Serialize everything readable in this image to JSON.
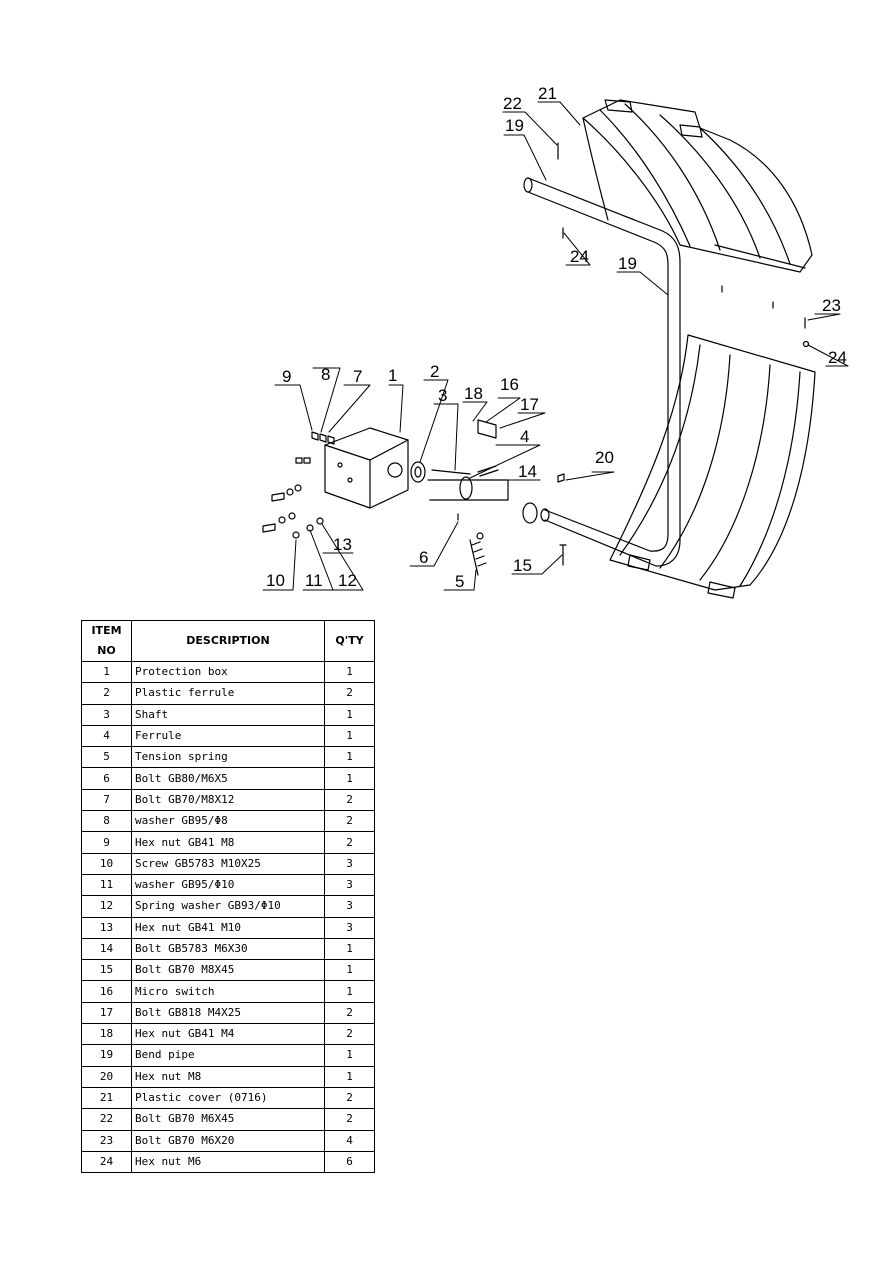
{
  "callouts": [
    "1",
    "2",
    "3",
    "4",
    "5",
    "6",
    "7",
    "8",
    "9",
    "10",
    "11",
    "12",
    "13",
    "14",
    "15",
    "16",
    "17",
    "18",
    "19",
    "19",
    "20",
    "21",
    "22",
    "23",
    "24",
    "24"
  ],
  "table": {
    "headers": {
      "item": "ITEM NO",
      "description": "DESCRIPTION",
      "qty": "Q'TY"
    },
    "rows": [
      {
        "item": "1",
        "description": "Protection box",
        "qty": "1"
      },
      {
        "item": "2",
        "description": "Plastic ferrule",
        "qty": "2"
      },
      {
        "item": "3",
        "description": "Shaft",
        "qty": "1"
      },
      {
        "item": "4",
        "description": "Ferrule",
        "qty": "1"
      },
      {
        "item": "5",
        "description": "Tension spring",
        "qty": "1"
      },
      {
        "item": "6",
        "description": "Bolt GB80/M6X5",
        "qty": "1"
      },
      {
        "item": "7",
        "description": "Bolt GB70/M8X12",
        "qty": "2"
      },
      {
        "item": "8",
        "description": "washer GB95/Φ8",
        "qty": "2"
      },
      {
        "item": "9",
        "description": "Hex nut GB41 M8",
        "qty": "2"
      },
      {
        "item": "10",
        "description": "Screw GB5783 M10X25",
        "qty": "3"
      },
      {
        "item": "11",
        "description": "washer GB95/Φ10",
        "qty": "3"
      },
      {
        "item": "12",
        "description": "Spring washer GB93/Φ10",
        "qty": "3"
      },
      {
        "item": "13",
        "description": "Hex nut GB41 M10",
        "qty": "3"
      },
      {
        "item": "14",
        "description": "Bolt  GB5783 M6X30",
        "qty": "1"
      },
      {
        "item": "15",
        "description": "Bolt GB70 M8X45",
        "qty": "1"
      },
      {
        "item": "16",
        "description": "Micro switch",
        "qty": "1"
      },
      {
        "item": "17",
        "description": "Bolt  GB818 M4X25",
        "qty": "2"
      },
      {
        "item": "18",
        "description": "Hex nut GB41 M4",
        "qty": "2"
      },
      {
        "item": "19",
        "description": "Bend pipe",
        "qty": "1"
      },
      {
        "item": "20",
        "description": "Hex nut  M8",
        "qty": "1"
      },
      {
        "item": "21",
        "description": "Plastic cover (0716)",
        "qty": "2"
      },
      {
        "item": "22",
        "description": "Bolt GB70 M6X45",
        "qty": "2"
      },
      {
        "item": "23",
        "description": "Bolt GB70 M6X20",
        "qty": "4"
      },
      {
        "item": "24",
        "description": "Hex nut  M6",
        "qty": "6"
      }
    ]
  }
}
